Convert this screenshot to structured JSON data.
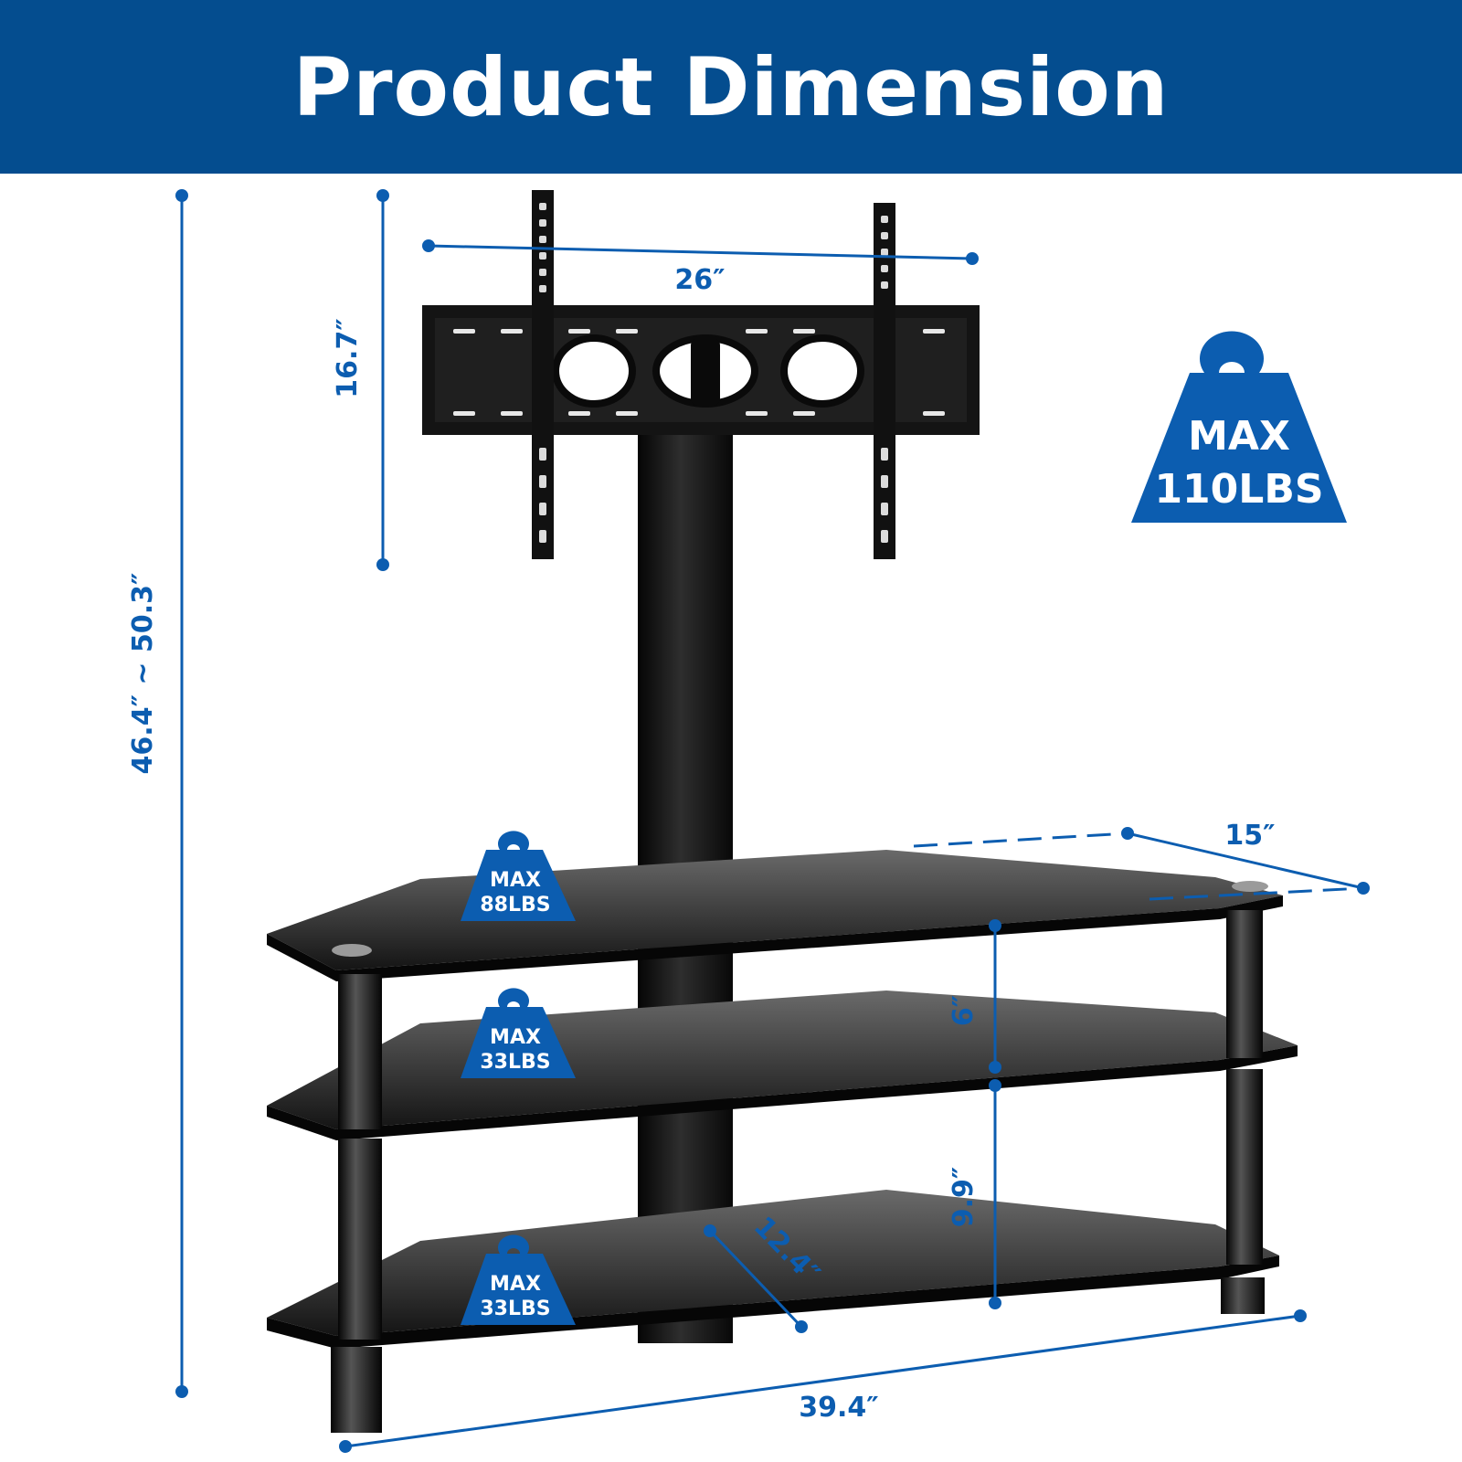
{
  "header": {
    "title": "Product Dimension"
  },
  "colors": {
    "header_bg": "#044d8f",
    "accent": "#0c5db0",
    "product": "#111111",
    "text_light": "#ffffff"
  },
  "dimensions": {
    "overall_height": "46.4″  ~  50.3″",
    "mount_height": "16.7″",
    "mount_width": "26″",
    "shelf_depth": "15″",
    "shelf_gap_top": "6″",
    "shelf_gap_bottom": "9.9″",
    "base_depth": "12.4″",
    "overall_width": "39.4″"
  },
  "load_badges": {
    "mount": {
      "icon": "weight-icon",
      "line1": "MAX",
      "line2": "110LBS"
    },
    "top_shelf": {
      "icon": "weight-icon",
      "line1": "MAX",
      "line2": "88LBS"
    },
    "middle_shelf": {
      "icon": "weight-icon",
      "line1": "MAX",
      "line2": "33LBS"
    },
    "bottom_shelf": {
      "icon": "weight-icon",
      "line1": "MAX",
      "line2": "33LBS"
    }
  }
}
